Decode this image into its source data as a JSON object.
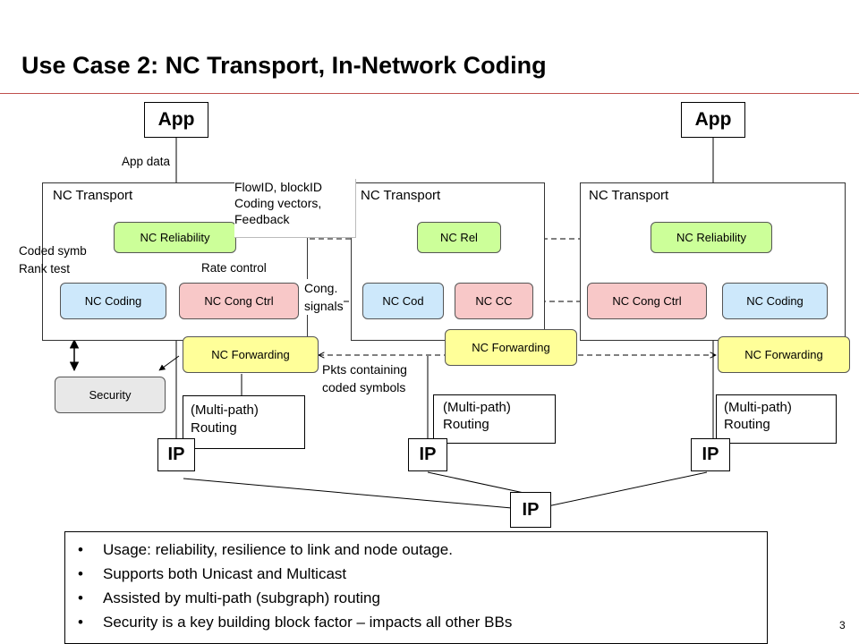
{
  "title": "Use Case 2: NC Transport, In-Network Coding",
  "app_left": "App",
  "app_right": "App",
  "transport_left": "NC Transport",
  "transport_mid": "NC Transport",
  "transport_right": "NC Transport",
  "left": {
    "reliability": "NC Reliability",
    "coding": "NC Coding",
    "cong_ctrl": "NC Cong Ctrl",
    "forwarding": "NC Forwarding",
    "security": "Security",
    "routing_line1": "(Multi-path)",
    "routing_line2": "Routing",
    "ip": "IP"
  },
  "mid": {
    "rel": "NC Rel",
    "cod": "NC Cod",
    "cc": "NC CC",
    "forwarding": "NC Forwarding",
    "routing_line1": "(Multi-path)",
    "routing_line2": "Routing",
    "ip": "IP"
  },
  "right": {
    "reliability": "NC Reliability",
    "cong_ctrl": "NC Cong Ctrl",
    "coding": "NC Coding",
    "forwarding": "NC Forwarding",
    "routing_line1": "(Multi-path)",
    "routing_line2": "Routing",
    "ip": "IP"
  },
  "core_ip": "IP",
  "annotations": {
    "app_data": "App data",
    "flowid_line1": "FlowID, blockID",
    "flowid_line2": "Coding vectors,",
    "flowid_line3": "Feedback",
    "coded_symbols": "Coded symb",
    "rank_test": "Rank test",
    "rate_control": "Rate control",
    "cong_line1": "Cong.",
    "cong_line2": "signals",
    "pkts_line1": "Pkts containing",
    "pkts_line2": "coded symbols"
  },
  "bullets": [
    "Usage: reliability, resilience to link and node outage.",
    "Supports both Unicast and Multicast",
    "Assisted by multi-path (subgraph) routing",
    "Security is a key building block factor – impacts all other BBs"
  ],
  "bullet_char": "•",
  "page_number": "3",
  "colors": {
    "title_rule": "#c0504d",
    "reliability": "#ccff99",
    "coding": "#cde8fb",
    "cong_ctrl": "#f8c8c8",
    "forwarding": "#ffff99",
    "security": "#e8e8e8"
  }
}
